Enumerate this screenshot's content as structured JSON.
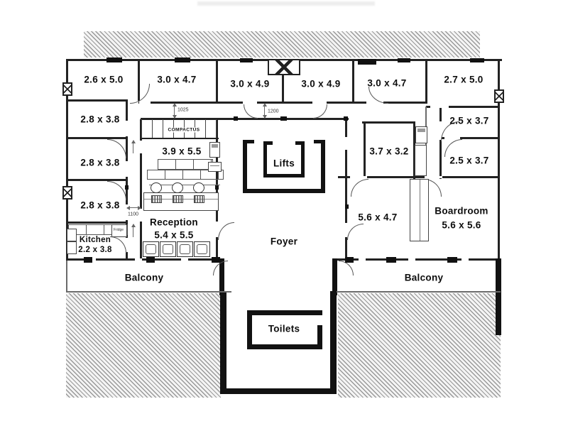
{
  "document": {
    "type": "architectural floor plan"
  },
  "rooms": {
    "top_row": [
      "2.6 x 5.0",
      "3.0 x 4.7",
      "3.0 x 4.9",
      "3.0 x 4.9",
      "3.0 x 4.7",
      "2.7 x 5.0"
    ],
    "left_column": [
      "2.8 x 3.8",
      "2.8 x 3.8",
      "2.8 x 3.8"
    ],
    "kitchen_name": "Kitchen",
    "kitchen_dims": "2.2 x 3.8",
    "compactus_dims": "3.9 x 5.5",
    "compactus_label": "COMPACTUS",
    "reception_name": "Reception",
    "reception_dims": "5.4 x 5.5",
    "lifts": "Lifts",
    "foyer": "Foyer",
    "toilets": "Toilets",
    "east_upper_1": "2.5 x 3.7",
    "east_room_37": "3.7 x 3.2",
    "east_upper_2": "2.5 x 3.7",
    "east_room_56": "5.6 x 4.7",
    "boardroom_name": "Boardroom",
    "boardroom_dims": "5.6 x 5.6",
    "balcony_left": "Balcony",
    "balcony_right": "Balcony"
  },
  "annotations": {
    "dim_1025": "1025",
    "dim_1200": "1200",
    "dim_1100": "1100",
    "fridge": "Fridge"
  },
  "colors": {
    "wall": "#222222",
    "thick_wall": "#121212",
    "hatch_line": "#9a9a9a",
    "paper": "#ffffff"
  }
}
